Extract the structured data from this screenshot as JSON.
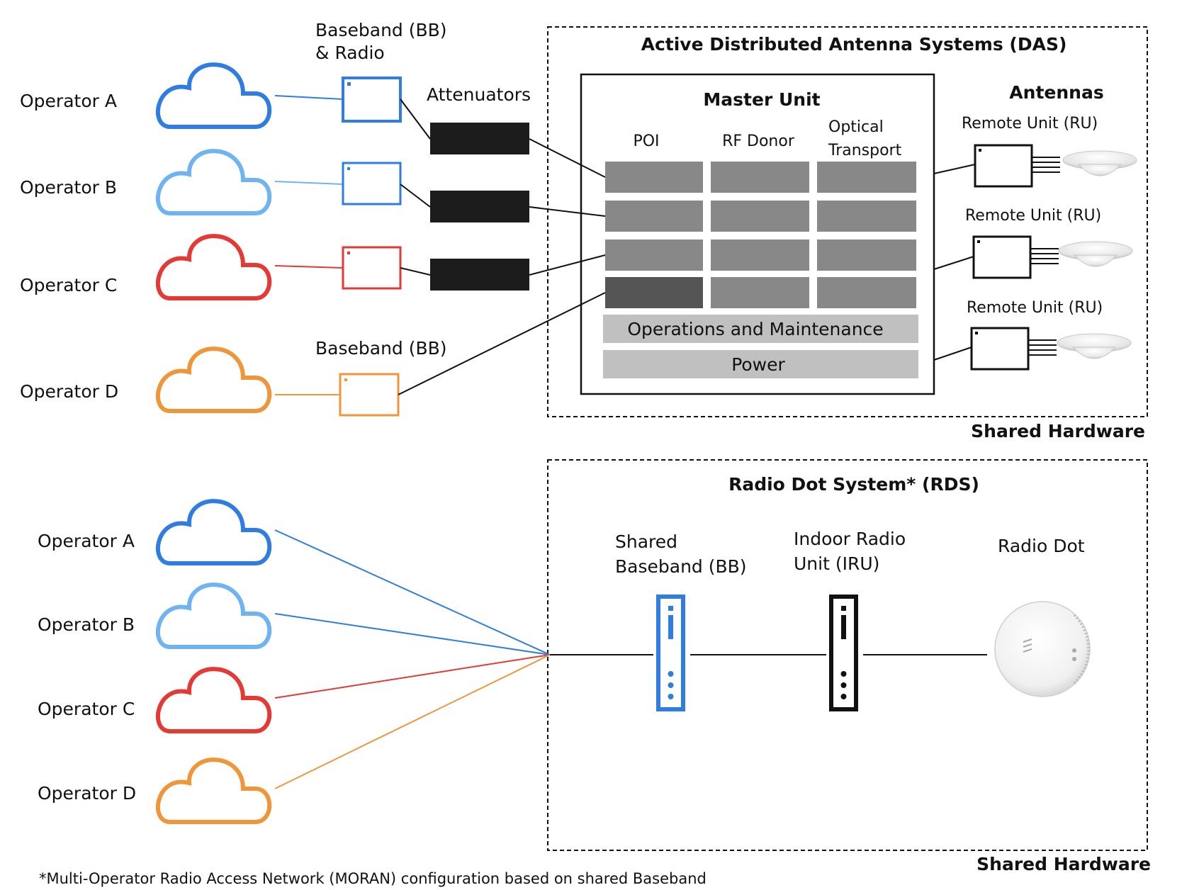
{
  "colors": {
    "operator_a": "#2f7de1",
    "operator_b": "#6fb3f0",
    "operator_c": "#e53935",
    "operator_d": "#f0963a",
    "attenuator": "#1c1c1c",
    "master_cell": "#888888",
    "master_cell_dark": "#555555",
    "shared_bar": "#c0c0c0",
    "line": "#111111"
  },
  "das": {
    "operators": [
      "Operator A",
      "Operator B",
      "Operator C",
      "Operator D"
    ],
    "bb_radio_label_1": "Baseband  (BB)",
    "bb_radio_label_2": "& Radio",
    "attenuators_label": "Attenuators",
    "baseband_label": "Baseband  (BB)",
    "title": "Active Distributed Antenna Systems (DAS)",
    "master_unit": {
      "title": "Master Unit",
      "col_poi": "POI",
      "col_rf_donor": "RF Donor",
      "col_optical_1": "Optical",
      "col_optical_2": "Transport",
      "operations": "Operations and Maintenance",
      "power": "Power"
    },
    "antennas_title": "Antennas",
    "remote_units": [
      "Remote Unit (RU)",
      "Remote Unit (RU)",
      "Remote Unit (RU)"
    ],
    "shared_hardware": "Shared Hardware"
  },
  "rds": {
    "operators": [
      "Operator A",
      "Operator B",
      "Operator C",
      "Operator D"
    ],
    "title": "Radio Dot System* (RDS)",
    "shared_bb_1": "Shared",
    "shared_bb_2": "Baseband (BB)",
    "iru_1": "Indoor Radio",
    "iru_2": "Unit (IRU)",
    "radio_dot": "Radio Dot",
    "shared_hardware": "Shared Hardware"
  },
  "footnote": "*Multi-Operator Radio Access Network (MORAN) configuration based on shared Baseband",
  "icons": {
    "cloud": "cloud-icon",
    "baseband_unit": "baseband-unit-icon",
    "antenna": "ceiling-antenna-icon",
    "radio_dot": "radio-dot-icon"
  }
}
